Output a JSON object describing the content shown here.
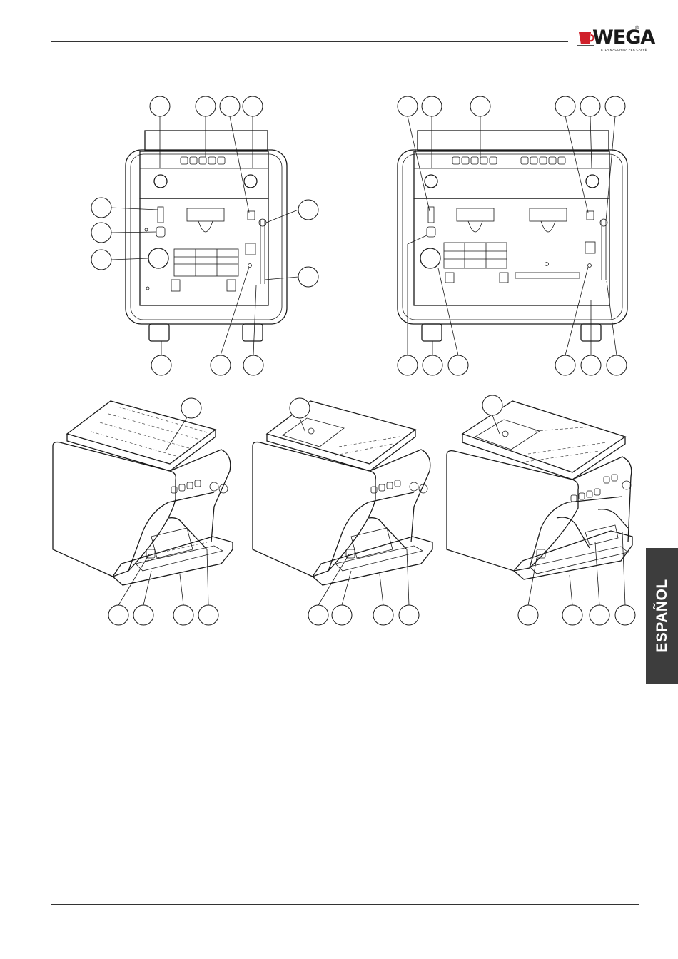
{
  "header": {
    "brand": "WEGA",
    "registered_mark": "®",
    "tagline": "E' LA MACCHINA PER CAFFÈ"
  },
  "side_tab": {
    "label": "ESPAÑOL"
  },
  "colors": {
    "ink": "#1a1a1a",
    "brand_red": "#d0202a",
    "tab_bg": "#3d3d3d"
  },
  "figures": [
    {
      "kind": "front-view",
      "variant": "1-group"
    },
    {
      "kind": "front-view",
      "variant": "2-group"
    },
    {
      "kind": "isometric-view",
      "variant": "1-group"
    },
    {
      "kind": "isometric-view",
      "variant": "1-group-tank"
    },
    {
      "kind": "isometric-view",
      "variant": "2-group-tank"
    }
  ]
}
